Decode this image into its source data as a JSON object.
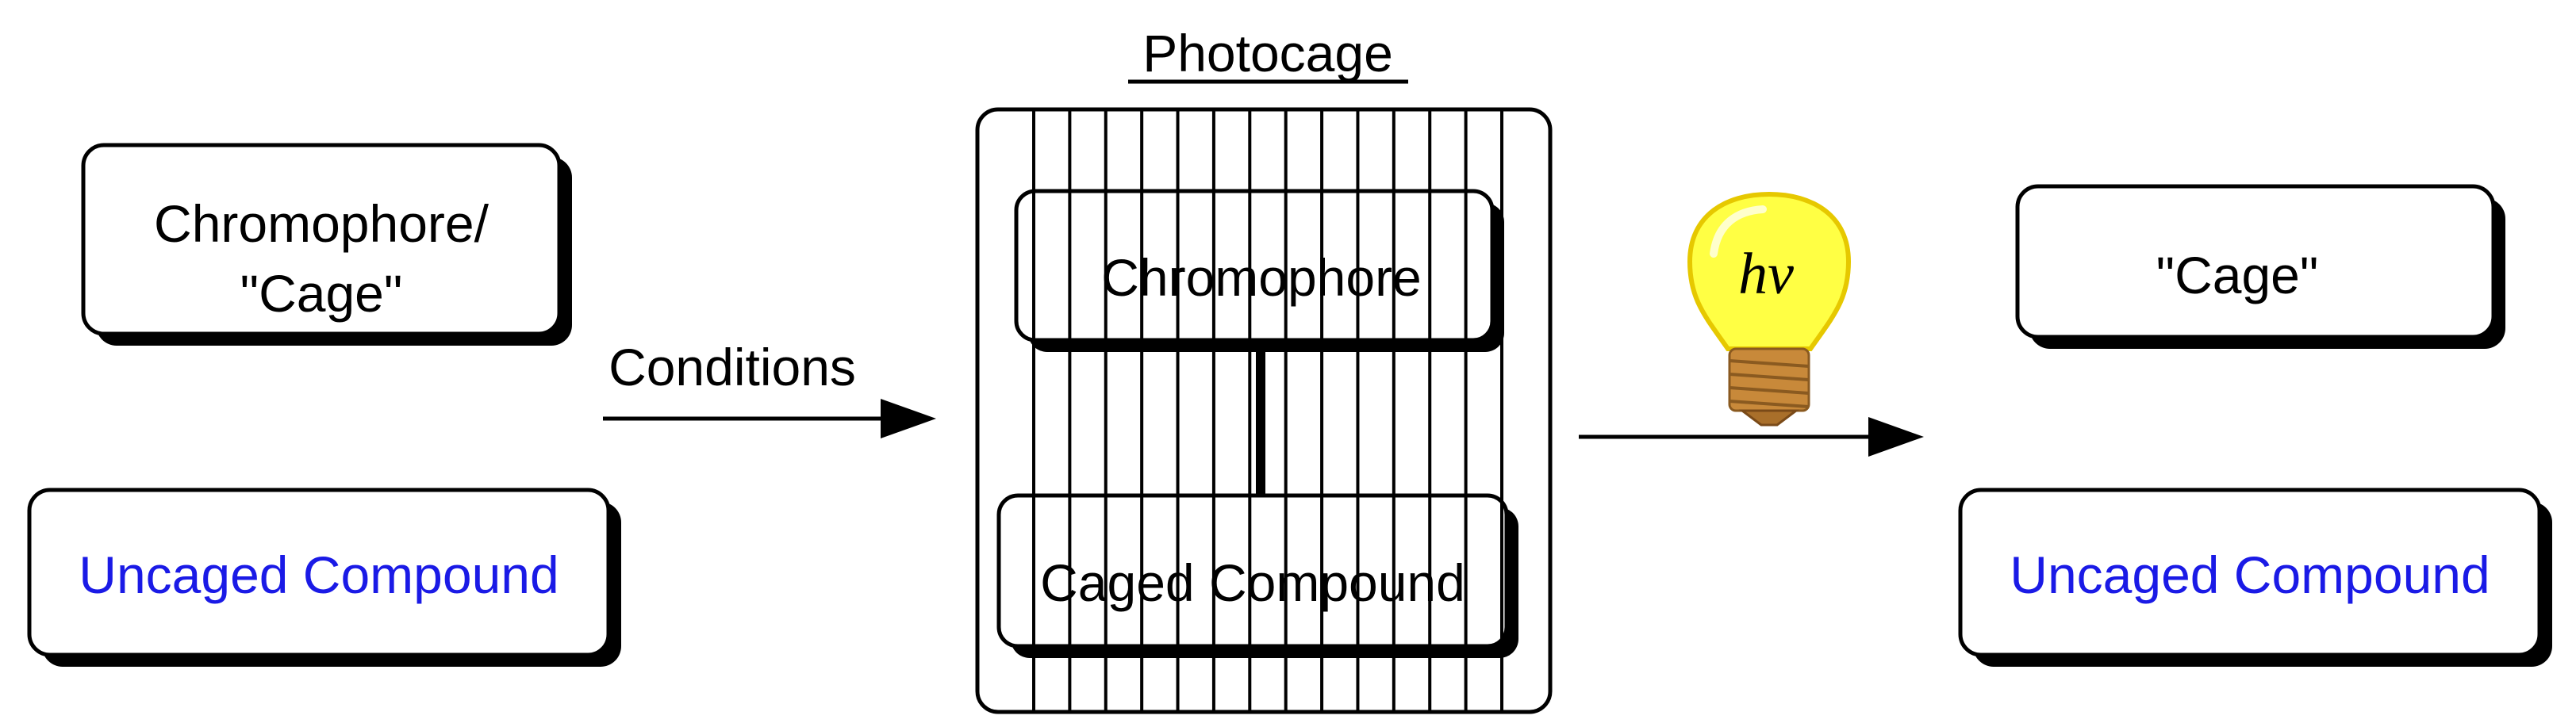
{
  "left": {
    "chromophore_line1": "Chromophore/",
    "chromophore_line2": "\"Cage\"",
    "uncaged": "Uncaged Compound"
  },
  "reaction": {
    "conditions": "Conditions"
  },
  "photocage": {
    "title": "Photocage",
    "chromophore": "Chromophore",
    "caged": "Caged Compound"
  },
  "light": {
    "label": "hv"
  },
  "right": {
    "cage": "\"Cage\"",
    "uncaged": "Uncaged Compound"
  },
  "colors": {
    "uncaged_text": "#1a1ae6",
    "bulb_glass": "#ffff44",
    "bulb_base": "#c8893a"
  }
}
